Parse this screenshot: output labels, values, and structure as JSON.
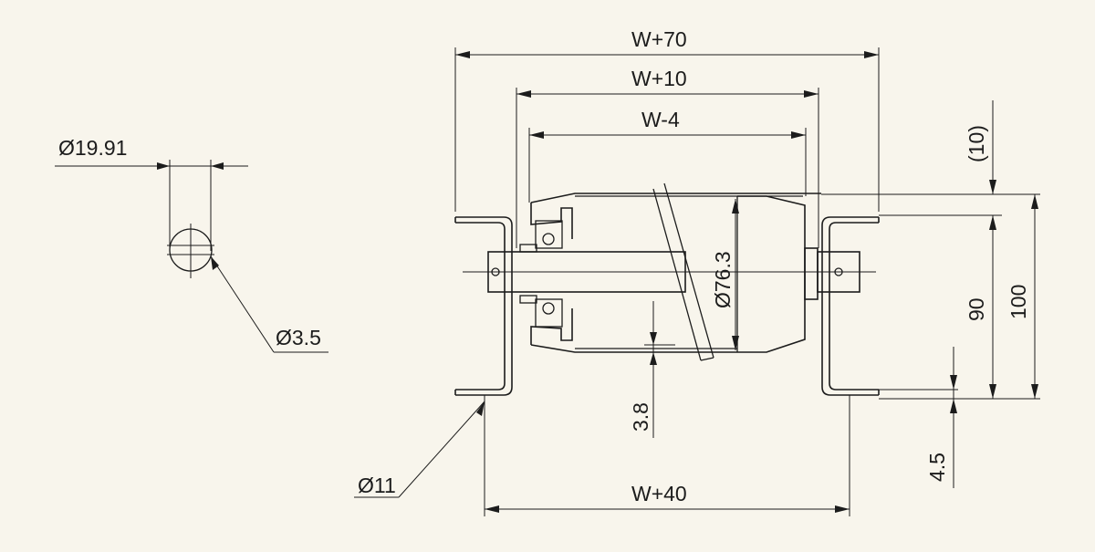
{
  "drawing": {
    "background": "#f8f5ec",
    "line_color": "#1c1c1c",
    "dimensions": {
      "w_plus_70": "W+70",
      "w_plus_10": "W+10",
      "w_minus_4": "W-4",
      "w_plus_40": "W+40",
      "shaft_dia": "Ø19.91",
      "pin_dia": "Ø3.5",
      "hole_dia": "Ø11",
      "roller_dia": "Ø76.3",
      "clearance": "3.8",
      "top_offset": "(10)",
      "height_90": "90",
      "height_100": "100",
      "bottom_offset": "4.5"
    }
  }
}
